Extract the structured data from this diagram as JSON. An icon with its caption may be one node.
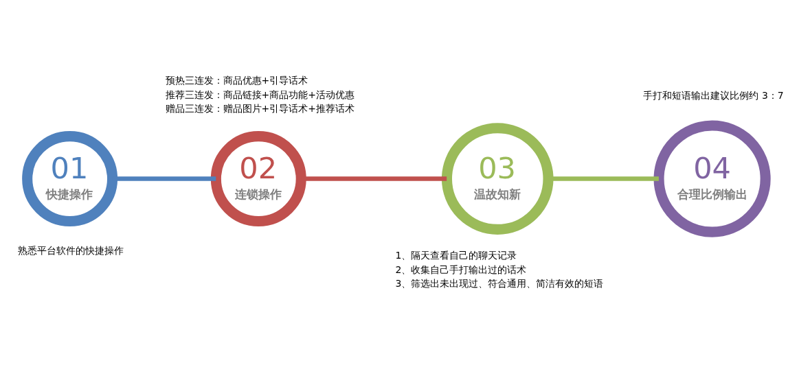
{
  "diagram": {
    "nodes": [
      {
        "text": [
          "01",
          "快捷操作"
        ],
        "beside": [
          "熟悉平台软件的快捷操作"
        ]
      },
      {
        "text": [
          "02",
          "连锁操作"
        ],
        "beside": [
          "预热三连发：商品优惠+引导话术",
          "推荐三连发：商品链接+商品功能+活动优惠",
          "赠品三连发：赠品图片+引导话术+推荐话术"
        ]
      },
      {
        "text": [
          "03",
          "温故知新"
        ],
        "beside": [
          "1、隔天查看自己的聊天记录",
          "2、收集自己手打输出过的话术",
          "3、筛选出未出现过、符合通用、简洁有效的短语"
        ]
      },
      {
        "text": [
          "04",
          "合理比例输出"
        ],
        "beside": [
          "手打和短语输出建议比例约 3：7"
        ]
      }
    ],
    "edges": [
      {
        "from": 0,
        "to": 1,
        "arrow": "none",
        "color": "#4f81bd"
      },
      {
        "from": 1,
        "to": 2,
        "arrow": "none",
        "color": "#c0504d"
      },
      {
        "from": 2,
        "to": 3,
        "arrow": "none",
        "color": "#9bbb59"
      }
    ]
  }
}
